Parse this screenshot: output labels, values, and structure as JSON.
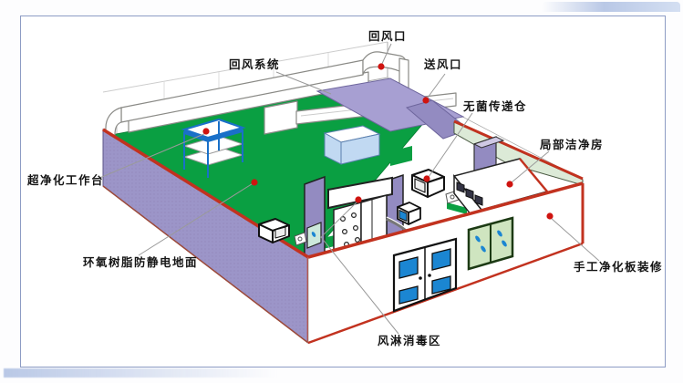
{
  "diagram": {
    "annotations": [
      {
        "id": "return-air-outlet",
        "label": "回风口"
      },
      {
        "id": "return-air-system",
        "label": "回风系统"
      },
      {
        "id": "supply-air-outlet",
        "label": "送风口"
      },
      {
        "id": "sterile-transfer-chamber",
        "label": "无菌传递仓"
      },
      {
        "id": "local-cleanroom",
        "label": "局部洁净房"
      },
      {
        "id": "ultraclean-workbench",
        "label": "超净化工作台"
      },
      {
        "id": "epoxy-antistatic-floor",
        "label": "环氧树脂防静电地面"
      },
      {
        "id": "handmade-cleanroom-panel",
        "label": "手工净化板装修"
      },
      {
        "id": "air-shower-disinfection-zone",
        "label": "风淋消毒区"
      }
    ],
    "colors": {
      "wall_purple": "#9c95c8",
      "partition_purple": "#938bc1",
      "roof_purple": "#a79fd2",
      "trim_red": "#c2321f",
      "floor_green": "#0a9f42",
      "sage_wall": "#dcead7",
      "glass_blue": "#c1d9f2",
      "door_pane_blue": "#1b86d2",
      "bench_blue": "#1a70c8",
      "window_green": "#cfe5c0",
      "teal_glass": "#cde9db",
      "marker_red": "#cf1410",
      "leader_gray": "#9a9a9a",
      "frame_border": "#8d9cc4",
      "accent_streak": "#b9c8e6"
    }
  }
}
